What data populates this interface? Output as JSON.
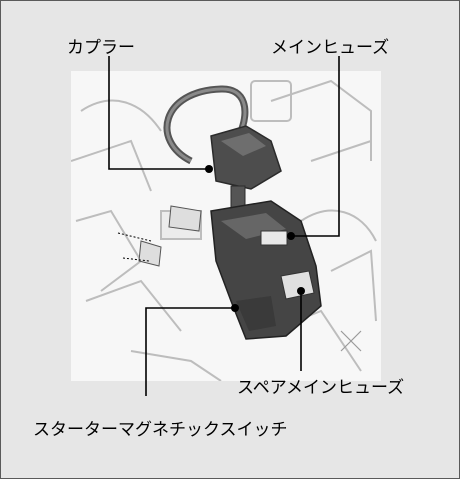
{
  "labels": {
    "coupler": "カプラー",
    "main_fuse": "メインヒューズ",
    "spare_main_fuse": "スペアメインヒューズ",
    "starter_magnetic_switch": "スターターマグネチックスイッチ"
  }
}
